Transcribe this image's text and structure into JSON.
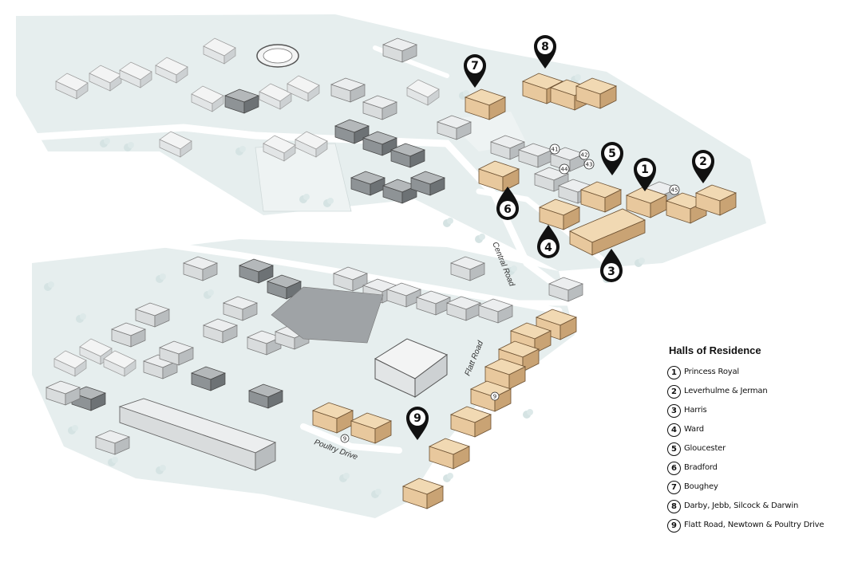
{
  "map": {
    "roads": {
      "central": "Central Road",
      "flatt": "Flatt Road",
      "poultry": "Poultry Drive"
    },
    "colors": {
      "hall": "#e8c89d",
      "hall_dark": "#c9a374",
      "building_grey": "#d9dcdd",
      "building_dark": "#a8acae",
      "green": "#dfe9e9",
      "pin": "#111111"
    },
    "building_numbers": [
      "41",
      "42",
      "43",
      "44",
      "45"
    ]
  },
  "pins": [
    {
      "number": "1"
    },
    {
      "number": "2"
    },
    {
      "number": "3"
    },
    {
      "number": "4"
    },
    {
      "number": "5"
    },
    {
      "number": "6"
    },
    {
      "number": "7"
    },
    {
      "number": "8"
    },
    {
      "number": "9"
    }
  ],
  "legend": {
    "title": "Halls of Residence",
    "items": [
      {
        "number": "1",
        "label": "Princess Royal"
      },
      {
        "number": "2",
        "label": "Leverhulme & Jerman"
      },
      {
        "number": "3",
        "label": "Harris"
      },
      {
        "number": "4",
        "label": "Ward"
      },
      {
        "number": "5",
        "label": "Gloucester"
      },
      {
        "number": "6",
        "label": "Bradford"
      },
      {
        "number": "7",
        "label": "Boughey"
      },
      {
        "number": "8",
        "label": "Darby, Jebb, Silcock & Darwin"
      },
      {
        "number": "9",
        "label": "Flatt Road, Newtown & Poultry Drive"
      }
    ]
  }
}
